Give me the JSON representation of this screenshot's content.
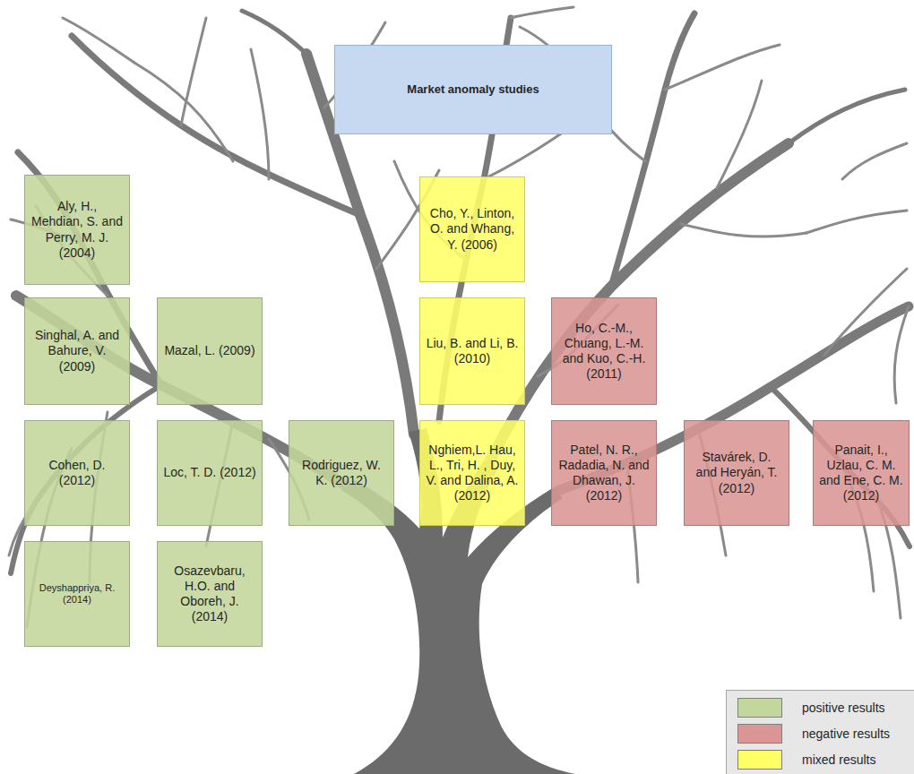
{
  "diagram": {
    "nodes": [
      {
        "text": [
          "Market anomaly studies"
        ]
      },
      {
        "text": [
          "Aly, H., Mehdian, S. and Perry, M. J. (2004)"
        ]
      },
      {
        "text": [
          "Cho, Y., Linton, O. and Whang, Y. (2006)"
        ]
      },
      {
        "text": [
          "Singhal, A. and Bahure, V. (2009)"
        ]
      },
      {
        "text": [
          "Mazal, L. (2009)"
        ]
      },
      {
        "text": [
          "Liu, B. and Li, B. (2010)"
        ]
      },
      {
        "text": [
          "Ho, C.-M., Chuang, L.-M. and Kuo, C.-H. (2011)"
        ]
      },
      {
        "text": [
          "Cohen, D. (2012)"
        ]
      },
      {
        "text": [
          "Loc, T. D. (2012)"
        ]
      },
      {
        "text": [
          "Rodriguez, W. K. (2012)"
        ]
      },
      {
        "text": [
          "Nghiem,L. Hau, L., Tri, H. , Duy, V. and Dalina, A. (2012)"
        ]
      },
      {
        "text": [
          "Patel, N. R., Radadia, N. and Dhawan, J. (2012)"
        ]
      },
      {
        "text": [
          "Stavárek, D. and Heryán, T. (2012)"
        ]
      },
      {
        "text": [
          "Panait, I., Uzlau, C. M. and Ene, C. M. (2012)"
        ]
      },
      {
        "text": [
          "Deyshappriya, R. (2014)"
        ]
      },
      {
        "text": [
          "Osazevbaru, H.O. and Oboreh, J. (2014)"
        ]
      }
    ],
    "legend": [
      {
        "text": "positive results",
        "color": "#c3d69b"
      },
      {
        "text": "negative results",
        "color": "#d99694"
      },
      {
        "text": "mixed results",
        "color": "#ffff66"
      }
    ]
  }
}
